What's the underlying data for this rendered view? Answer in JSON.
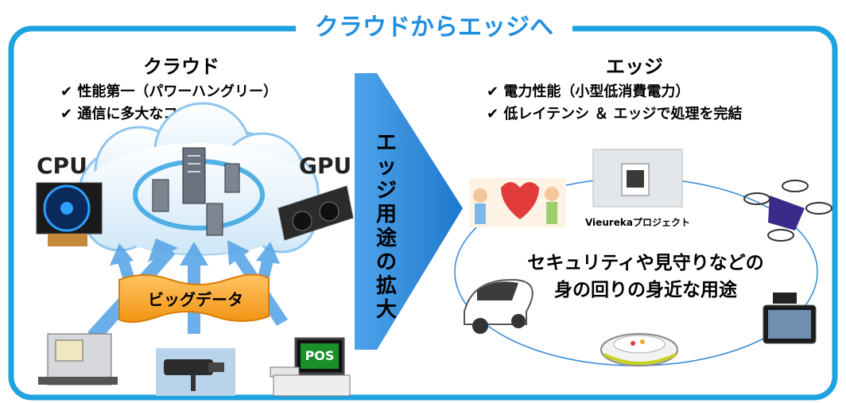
{
  "title": "クラウドからエッジへ",
  "cloud": {
    "heading": "クラウド",
    "bullets": [
      "✔ 性能第一（パワーハングリー）",
      "✔ 通信に多大なコスト"
    ],
    "cpu_label": "CPU",
    "gpu_label": "GPU",
    "banner": "ビッグデータ",
    "pos_label": "POS"
  },
  "arrow_text": "エッジ用途の拡大",
  "edge": {
    "heading": "エッジ",
    "bullets": [
      "✔ 電力性能（小型低消費電力）",
      "✔ 低レイテンシ ＆ エッジで処理を完結"
    ],
    "project_label": "Vieurekaプロジェクト",
    "center_lines": [
      "セキュリティや見守りなどの",
      "身の回りの身近な用途"
    ]
  },
  "colors": {
    "frame": "#1fa3e0",
    "title": "#1f8fe0",
    "arrow": "#2b86d6",
    "banner": "#f7a124",
    "cloud_stroke": "#8fc5ef"
  }
}
